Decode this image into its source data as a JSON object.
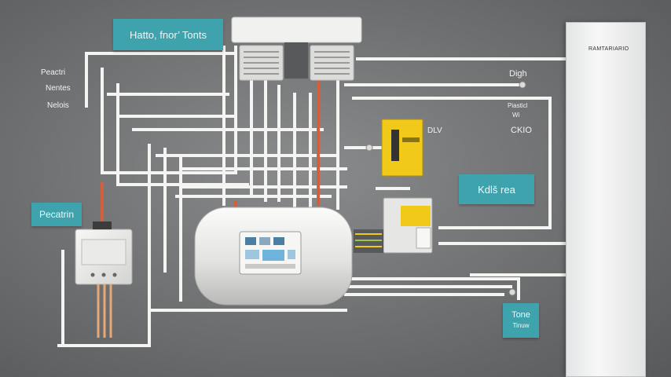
{
  "labels": {
    "top_tag": "Hatto, fnor’ Tonts",
    "left_note": [
      "Peactri",
      "Nentes",
      "Nelois"
    ],
    "left_tag": "Pecatrin",
    "right_top_value": "Digh",
    "right_note_1": "Piasticl",
    "right_note_2": "Wi",
    "right_note_3": "CKIO",
    "yellow_label": "DLV",
    "right_tag": "Kdlš rea",
    "bottom_right_tag_line1": "Tone",
    "bottom_right_tag_line2": "Tinuw"
  },
  "side_panel": {
    "title": "RAMTARIARIO"
  },
  "colors": {
    "background": "#6e6f71",
    "pipe": "#f4f4f2",
    "hot_pipe": "#d3603c",
    "tag": "#3fa3ad",
    "yellow": "#f0c919",
    "tank": "#e8e8e6"
  }
}
